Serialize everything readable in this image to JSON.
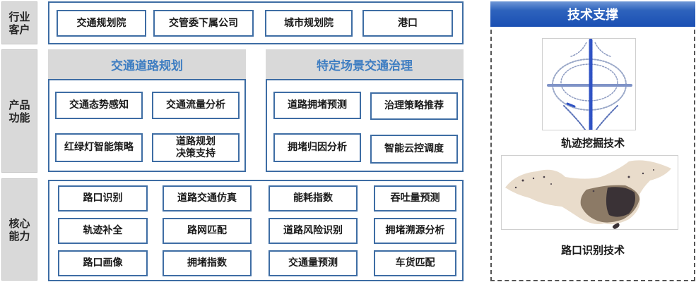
{
  "rows": {
    "customers": {
      "label": "行业客户",
      "items": [
        "交通规划院",
        "交管委下属公司",
        "城市规划院",
        "港口"
      ]
    },
    "functions": {
      "label": "产品功能",
      "groups": [
        {
          "title": "交通道路规划",
          "items": [
            "交通态势感知",
            "交通流量分析",
            "红绿灯智能策略",
            "道路规划\n决策支持"
          ]
        },
        {
          "title": "特定场景交通治理",
          "items": [
            "道路拥堵预测",
            "治理策略推荐",
            "拥堵归因分析",
            "智能云控调度"
          ]
        }
      ]
    },
    "core": {
      "label": "核心能力",
      "items": [
        "路口识别",
        "道路交通仿真",
        "能耗指数",
        "吞吐量预测",
        "轨迹补全",
        "路网匹配",
        "道路风险识别",
        "拥堵溯源分析",
        "路口画像",
        "拥堵指数",
        "交通量预测",
        "车货匹配"
      ]
    }
  },
  "tech_support": {
    "title": "技术支撑",
    "items": [
      {
        "caption": "轨迹挖掘技术",
        "image": "trajectory-interchange-visualization"
      },
      {
        "caption": "路口识别技术",
        "image": "china-intersection-density-map"
      }
    ]
  },
  "colors": {
    "border_blue": "#3e6da4",
    "section_title_blue": "#3f7ec2",
    "label_gray": "#d9d9d9",
    "header_blue": "#1a4fb3"
  }
}
